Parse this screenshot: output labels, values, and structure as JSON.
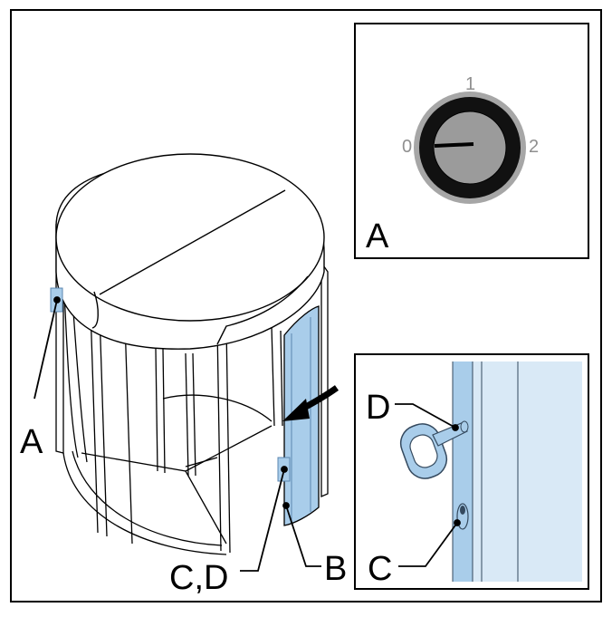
{
  "labels": {
    "callout_a_main": "A",
    "callout_cd_main": "C,D",
    "callout_b_main": "B",
    "inset_a_label": "A",
    "inset_d_label": "D",
    "inset_c_label": "C"
  },
  "switch_positions": {
    "pos0": "0",
    "pos1": "1",
    "pos2": "2"
  },
  "colors": {
    "outline": "#000000",
    "highlight_blue": "#a9cdea",
    "light_blue": "#d9e9f6",
    "dial_gray": "#9b9b9b",
    "dial_ring": "#111111",
    "dial_outer": "#a6a6a6"
  }
}
